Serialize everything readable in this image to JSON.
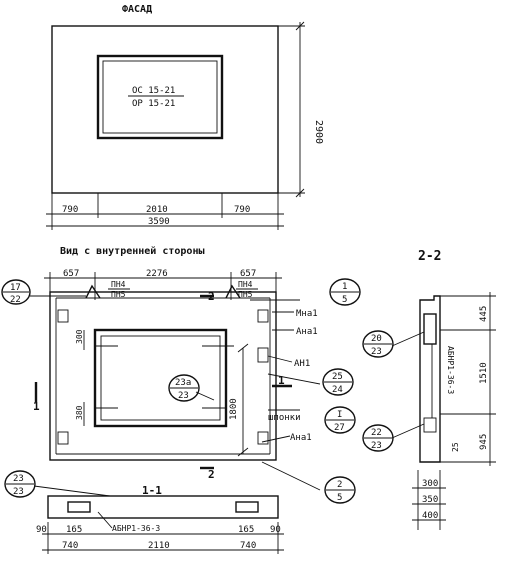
{
  "facade": {
    "title": "ФАСАД",
    "window_mark_1": "ОС 15-21",
    "window_mark_2": "ОР 15-21",
    "height_dim": "2900",
    "dims_bottom": [
      "790",
      "2010",
      "790"
    ],
    "total_width": "3590"
  },
  "inside_view": {
    "title": "Вид с внутренней стороны",
    "top_dims": [
      "657",
      "2276",
      "657"
    ],
    "dim_300": "300",
    "dim_380": "380",
    "dim_1800": "1800",
    "pn4_left": "ПН4",
    "pn5_left": "ПН5",
    "pn4_right": "ПН4",
    "pn5_right": "ПН5",
    "callout_17_top": "17",
    "callout_17_bottom": "22",
    "callout_1_top": "1",
    "callout_1_bottom": "5",
    "mna1": "Мна1",
    "ana1_upper": "Ана1",
    "an1": "АН1",
    "callout_25_top": "25",
    "callout_25_bottom": "24",
    "callout_23a_top": "23а",
    "callout_23a_bottom": "23",
    "shponki": "шпонки",
    "callout_I_top": "I",
    "callout_I_bottom": "27",
    "ana1_lower": "Ана1",
    "callout_2_top": "2",
    "callout_2_bottom": "5",
    "cut_1_left": "1",
    "cut_1_bottom_right": "1",
    "cut_2_top": "2",
    "cut_2_bottom": "2",
    "cut_1_label_right": "1"
  },
  "section_1_1": {
    "title": "1-1",
    "callout_23_top": "23",
    "callout_23_bottom": "23",
    "rebar_label": "АБНР1-36-3",
    "dims_row1": [
      "90",
      "165",
      "165",
      "90"
    ],
    "dims_row2": [
      "740",
      "2110",
      "740"
    ]
  },
  "section_2_2": {
    "title": "2-2",
    "dims_right": [
      "445",
      "1510",
      "945"
    ],
    "dim_25": "25",
    "rebar_label": "АБНР1-36-3",
    "callout_20_top": "20",
    "callout_20_bottom": "23",
    "callout_22_top": "22",
    "callout_22_bottom": "23",
    "dims_bottom": [
      "300",
      "350",
      "400"
    ]
  }
}
